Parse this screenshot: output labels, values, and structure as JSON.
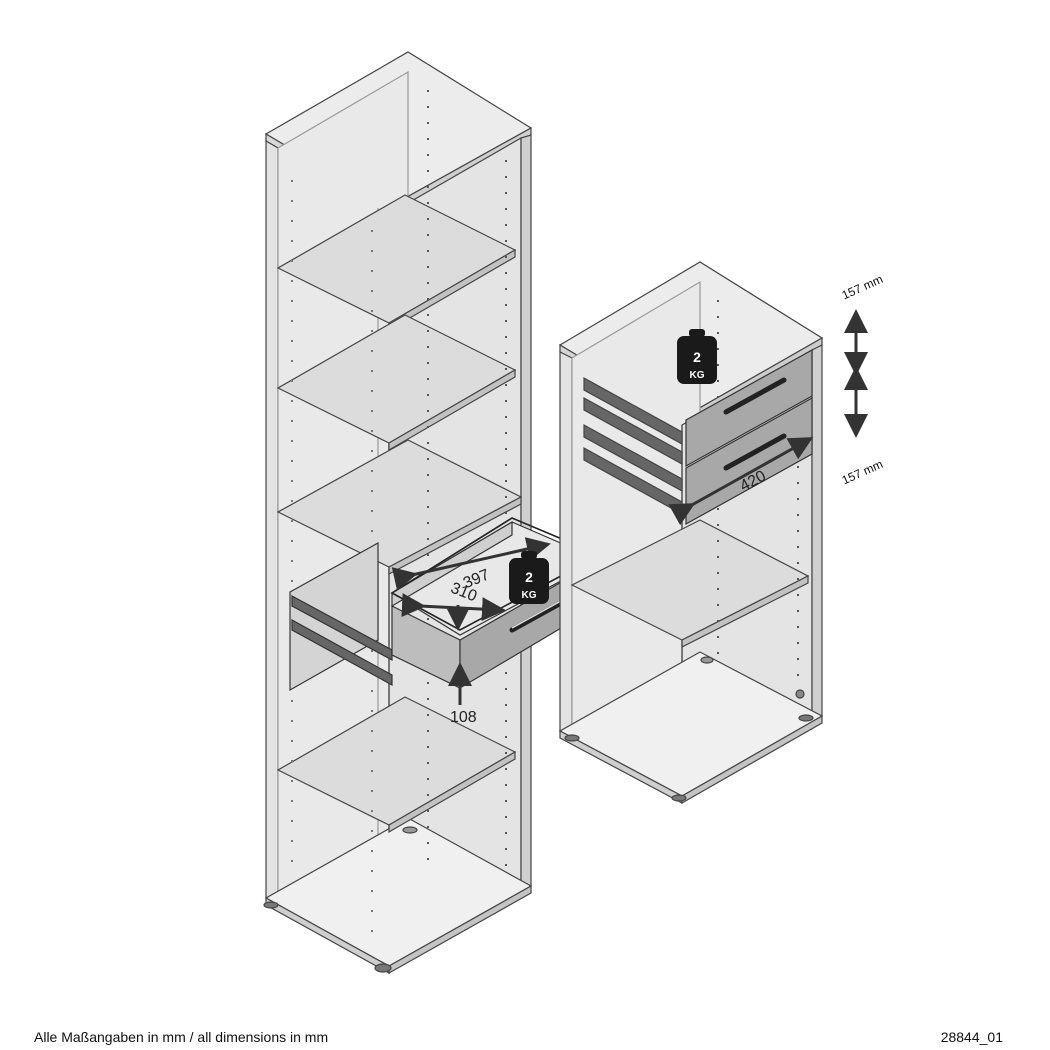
{
  "footer": {
    "note": "Alle Maßangaben in mm / all dimensions in mm",
    "code": "28844_01"
  },
  "dimensions": {
    "drawer_depth": "397",
    "drawer_width": "310",
    "drawer_height": "108",
    "cabinet_drawer_width": "420",
    "top_gap": "157 mm",
    "bottom_gap": "157 mm"
  },
  "weights": {
    "shelf_drawer": {
      "value": "2",
      "unit": "KG"
    },
    "cabinet_top": {
      "value": "2",
      "unit": "KG"
    }
  },
  "colors": {
    "panel_fill": "#e6e6e6",
    "panel_dark": "#8a8a8a",
    "outline": "#444444",
    "arrow": "#333333",
    "weight": "#1a1a1a"
  }
}
